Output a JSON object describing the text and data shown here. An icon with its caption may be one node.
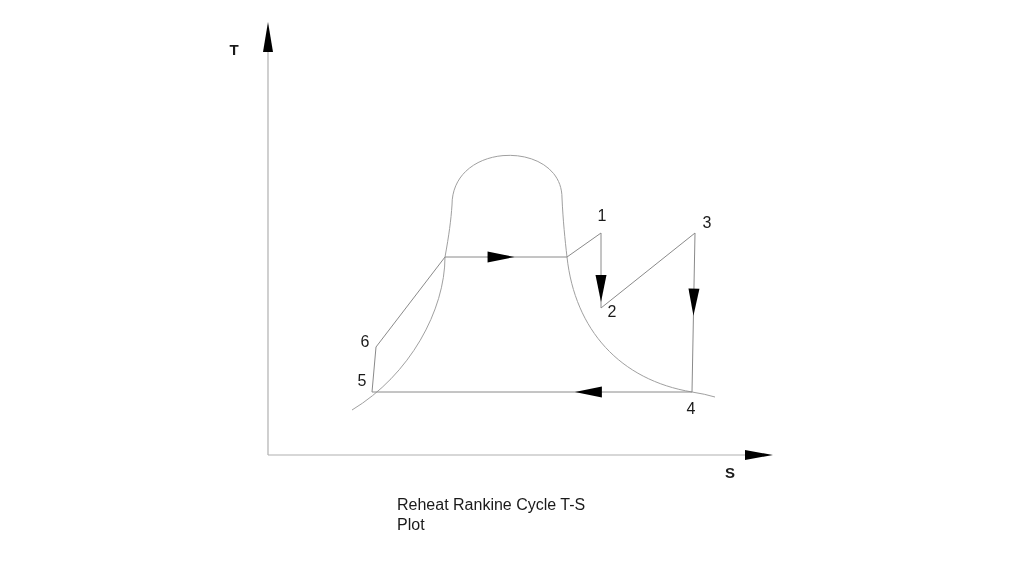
{
  "diagram": {
    "caption": "Reheat Rankine Cycle T-S Plot",
    "nodes": [
      {
        "text": [
          "1"
        ]
      },
      {
        "text": [
          "2"
        ]
      },
      {
        "text": [
          "3"
        ]
      },
      {
        "text": [
          "4"
        ]
      },
      {
        "text": [
          "5"
        ]
      },
      {
        "text": [
          "6"
        ]
      }
    ],
    "edges": [
      {
        "from": 0,
        "to": 1,
        "arrow": "to"
      },
      {
        "from": 1,
        "to": 2,
        "arrow": "none"
      },
      {
        "from": 2,
        "to": 3,
        "arrow": "to"
      },
      {
        "from": 3,
        "to": 4,
        "arrow": "to"
      },
      {
        "from": 4,
        "to": 5,
        "arrow": "none"
      },
      {
        "from": 5,
        "to": 0,
        "arrow": "to"
      }
    ],
    "labels": [
      "T",
      "S"
    ]
  }
}
